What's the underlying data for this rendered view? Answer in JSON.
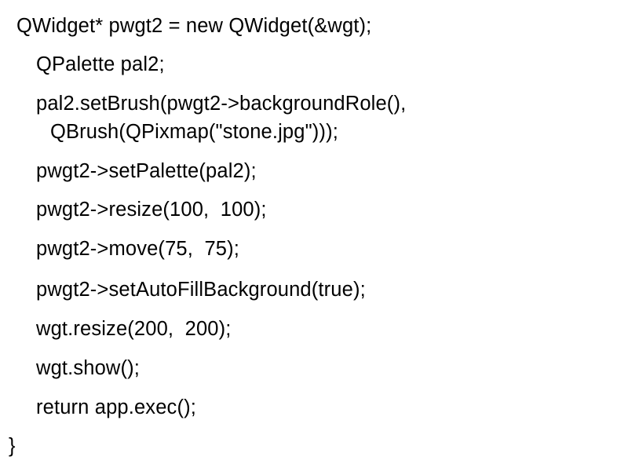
{
  "slide": {
    "background_color": "#ffffff",
    "text_color": "#000000",
    "language": "cpp",
    "code_lines": [
      {
        "text": "QWidget* pwgt2 = new QWidget(&wgt);",
        "indent": 0
      },
      {
        "text": "QPalette pal2;",
        "indent": 1
      },
      {
        "text": "pal2.setBrush(pwgt2->backgroundRole(),",
        "indent": 1
      },
      {
        "text": "QBrush(QPixmap(\"stone.jpg\")));",
        "indent": 2
      },
      {
        "text": "pwgt2->setPalette(pal2);",
        "indent": 1
      },
      {
        "text": "pwgt2->resize(100,  100);",
        "indent": 1
      },
      {
        "text": "pwgt2->move(75,  75);",
        "indent": 1
      },
      {
        "text": "pwgt2->setAutoFillBackground(true);",
        "indent": 1
      },
      {
        "text": "wgt.resize(200,  200);",
        "indent": 1
      },
      {
        "text": "wgt.show();",
        "indent": 1
      },
      {
        "text": "return app.exec();",
        "indent": 1
      },
      {
        "text": "}",
        "indent": 3
      }
    ]
  }
}
